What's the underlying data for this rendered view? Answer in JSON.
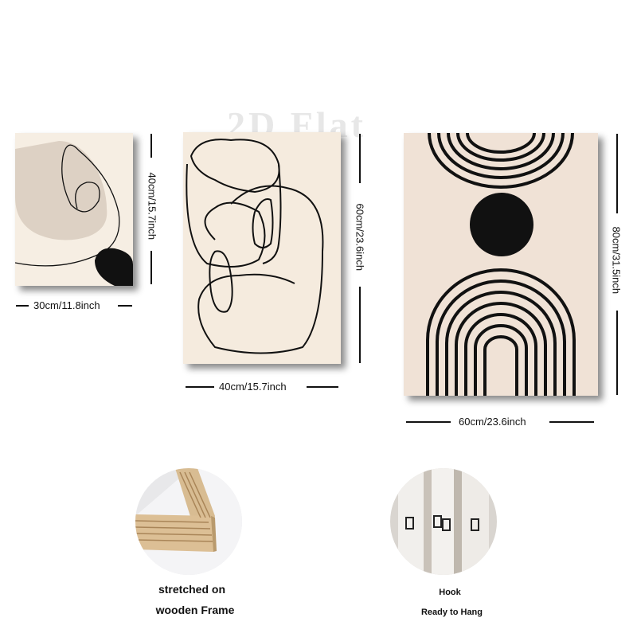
{
  "watermark": "2D Flat",
  "panels": [
    {
      "width_label": "30cm/11.8inch",
      "height_label": "40cm/15.7inch"
    },
    {
      "width_label": "40cm/15.7inch",
      "height_label": "60cm/23.6inch"
    },
    {
      "width_label": "60cm/23.6inch",
      "height_label": "80cm/31.5inch"
    }
  ],
  "features": [
    {
      "line1": "stretched on",
      "line2": "wooden Frame",
      "icon": "wooden-frame-icon"
    },
    {
      "line1": "Hook",
      "line2": "Ready to Hang",
      "icon": "hook-icon"
    }
  ],
  "colors": {
    "canvas": "#f5ebde",
    "beige_shape": "#ddd1c4",
    "ink": "#111111",
    "wood": "#d9b98c"
  }
}
